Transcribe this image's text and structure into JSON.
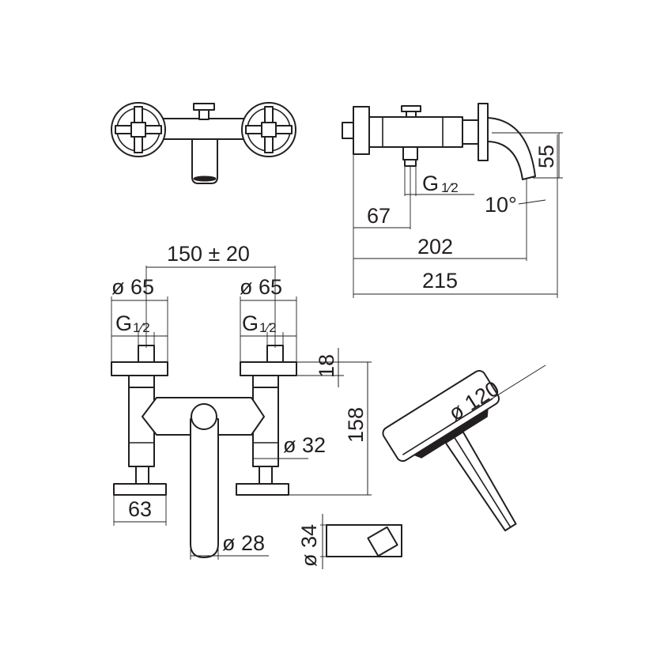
{
  "dimensions": {
    "spacing": "150 ± 20",
    "left_rosette_diameter": "ø 65",
    "right_rosette_diameter": "ø 65",
    "left_thread": "G",
    "right_thread": "G",
    "side_thread": "G",
    "thread_fraction": "1⁄2",
    "rosette_thickness": "18",
    "height": "158",
    "body_diameter": "ø 32",
    "spout_diameter": "ø 28",
    "handle_width": "63",
    "side_inlet_offset": "67",
    "spout_projection": "202",
    "total_depth": "215",
    "spout_height": "55",
    "spout_angle": "10°",
    "handshower_diameter": "ø 120",
    "holder_diameter": "ø 34"
  }
}
